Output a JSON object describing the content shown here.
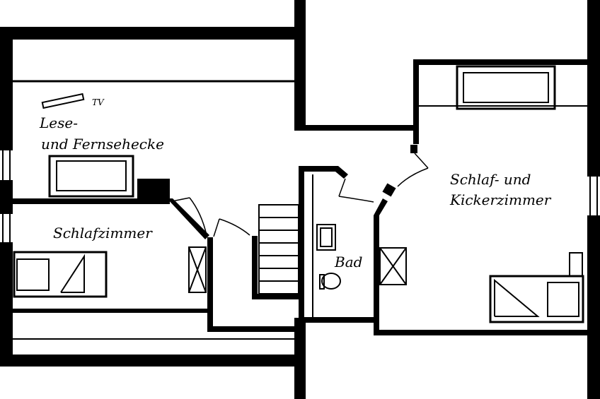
{
  "rooms": {
    "lese_line1": "Lese-",
    "lese_line2": "und Fernsehecke",
    "schlafzimmer": "Schlafzimmer",
    "bad": "Bad",
    "kicker_line1": "Schlaf- und",
    "kicker_line2": "Kickerzimmer"
  },
  "fixtures": {
    "tv": "TV"
  }
}
